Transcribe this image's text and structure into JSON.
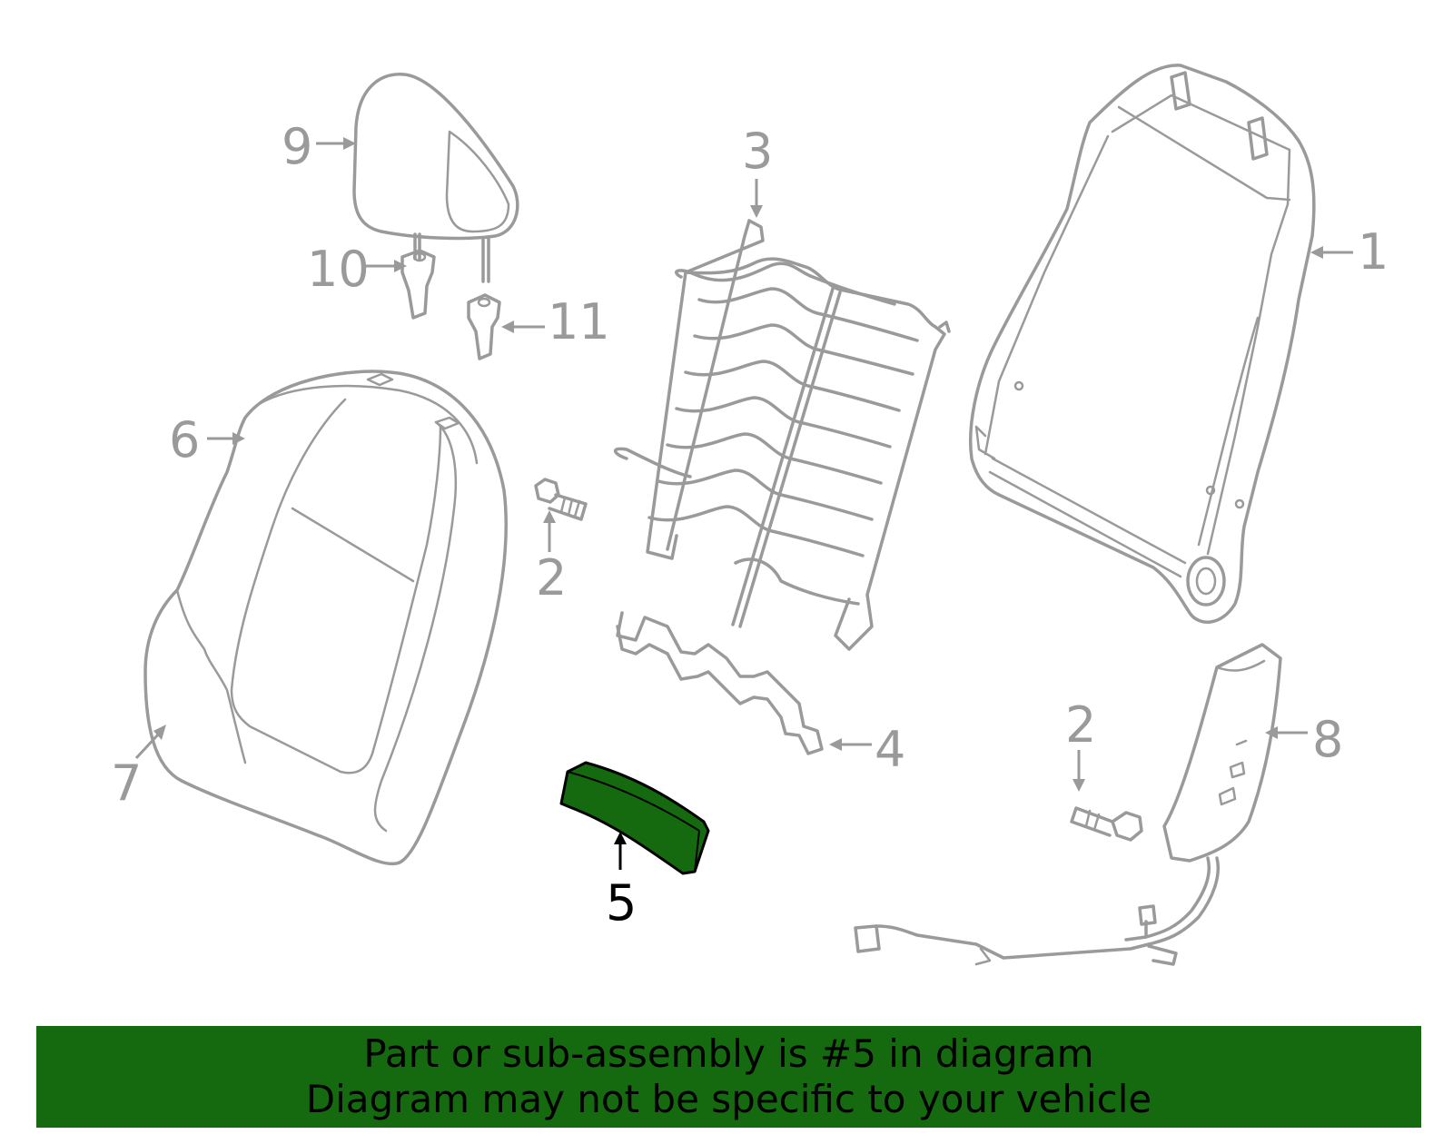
{
  "diagram": {
    "highlight_color": "#156a0f",
    "line_color": "#9a9a9a",
    "callouts": {
      "c1": "1",
      "c2a": "2",
      "c2b": "2",
      "c3": "3",
      "c4": "4",
      "c5": "5",
      "c6": "6",
      "c7": "7",
      "c8": "8",
      "c9": "9",
      "c10": "10",
      "c11": "11"
    },
    "highlighted_part": "5"
  },
  "banner": {
    "line1": "Part or sub-assembly is #5 in diagram",
    "line2": "Diagram may not be specific to your vehicle",
    "color": "#156a0f"
  }
}
